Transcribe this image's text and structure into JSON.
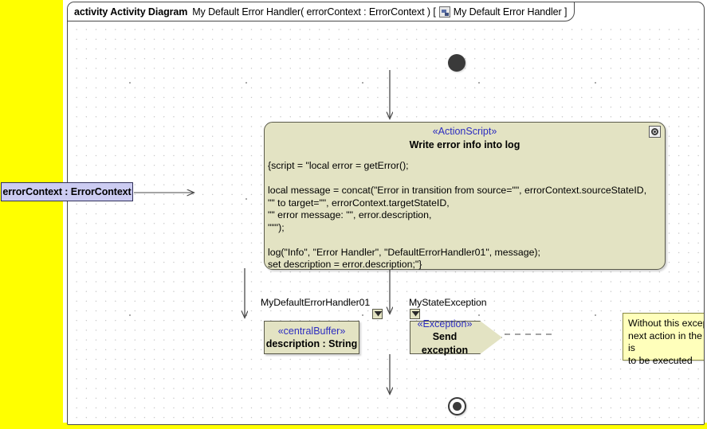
{
  "frame": {
    "keyword": "activity Activity Diagram",
    "name": "My Default Error Handler( errorContext : ErrorContext ) [",
    "icon": "activity-diagram-icon",
    "reference": "My Default Error Handler ]"
  },
  "parameter_node": {
    "label": "errorContext : ErrorContext",
    "fill": "#ccccf2",
    "border": "#30305a"
  },
  "action_node": {
    "stereotype": "«ActionScript»",
    "name": "Write error info into log",
    "icon": "script-action-icon",
    "fill": "#e3e3c3",
    "script": "{script = \"local error = getError();\n\nlocal message = concat(\"Error in transition from source=\"\", errorContext.sourceStateID,\n\"\" to target=\"\", errorContext.targetStateID,\n\"\" error message: \"\", error.description,\n\"\"\");\n\nlog(\"Info\", \"Error Handler\", \"DefaultErrorHandler01\", message);\nset description = error.description;\"}"
  },
  "buffer_node": {
    "stereotype": "«centralBuffer»",
    "name": "description : String",
    "fill": "#e3e3c3"
  },
  "exception_node": {
    "stereotype": "«Exception»",
    "name": "Send exception",
    "fill": "#e3e3c3"
  },
  "note": {
    "text": "Without this exception, the\nnext action in the transition is\nto be executed",
    "fill": "#ffffbb"
  },
  "edge_labels": [
    {
      "name": "pin-label-default-error-handler",
      "text": "MyDefaultErrorHandler01"
    },
    {
      "name": "pin-label-state-exception",
      "text": "MyStateException"
    }
  ],
  "nodes": {
    "initial": "initial-node",
    "final": "activity-final-node"
  },
  "canvas": {
    "margin_color": "#ffff00",
    "background": "#ffffff"
  }
}
